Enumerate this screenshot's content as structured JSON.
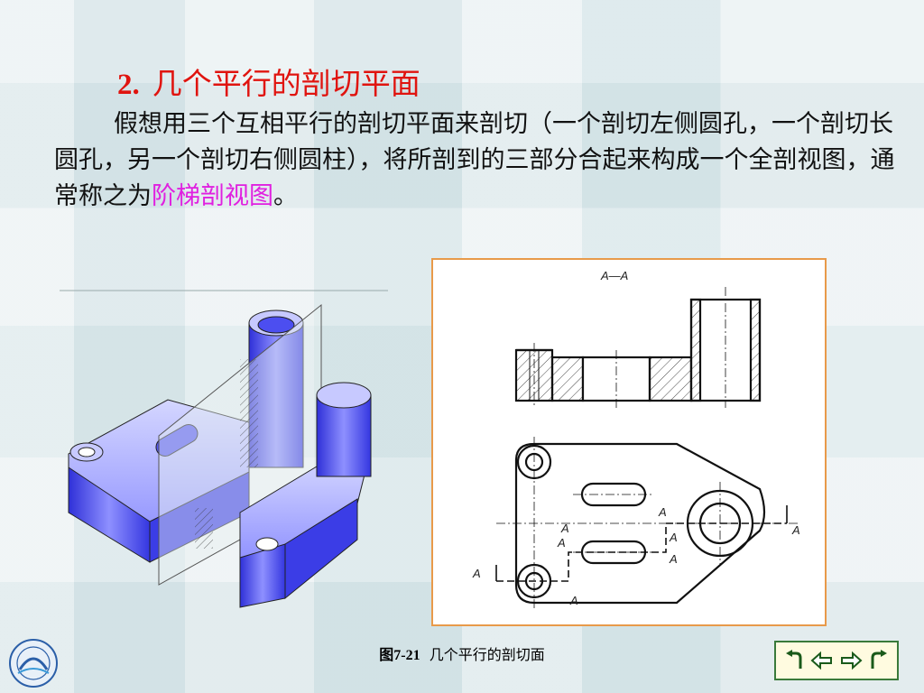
{
  "heading": {
    "number": "2.",
    "title": "几个平行的剖切平面"
  },
  "paragraph": {
    "text": "假想用三个互相平行的剖切平面来剖切（一个剖切左侧圆孔，一个剖切长圆孔，另一个剖切右侧圆柱），将所剖到的三部分合起来构成一个全剖视图，通常称之为",
    "highlight": "阶梯剖视图",
    "end": "。"
  },
  "drawing": {
    "section_title": "A—A",
    "labels": [
      "A",
      "A",
      "A",
      "A",
      "A",
      "A",
      "A",
      "A"
    ]
  },
  "caption": {
    "figure": "图7-21",
    "text": "几个平行的剖切面"
  },
  "nav": [
    {
      "icon": "return-back-icon"
    },
    {
      "icon": "arrow-left-icon"
    },
    {
      "icon": "arrow-right-icon"
    },
    {
      "icon": "return-forward-icon"
    }
  ],
  "colors": {
    "heading": "#e0140f",
    "highlight": "#e020e0",
    "frame": "#e89a4a",
    "model": "#4a4cf0"
  }
}
